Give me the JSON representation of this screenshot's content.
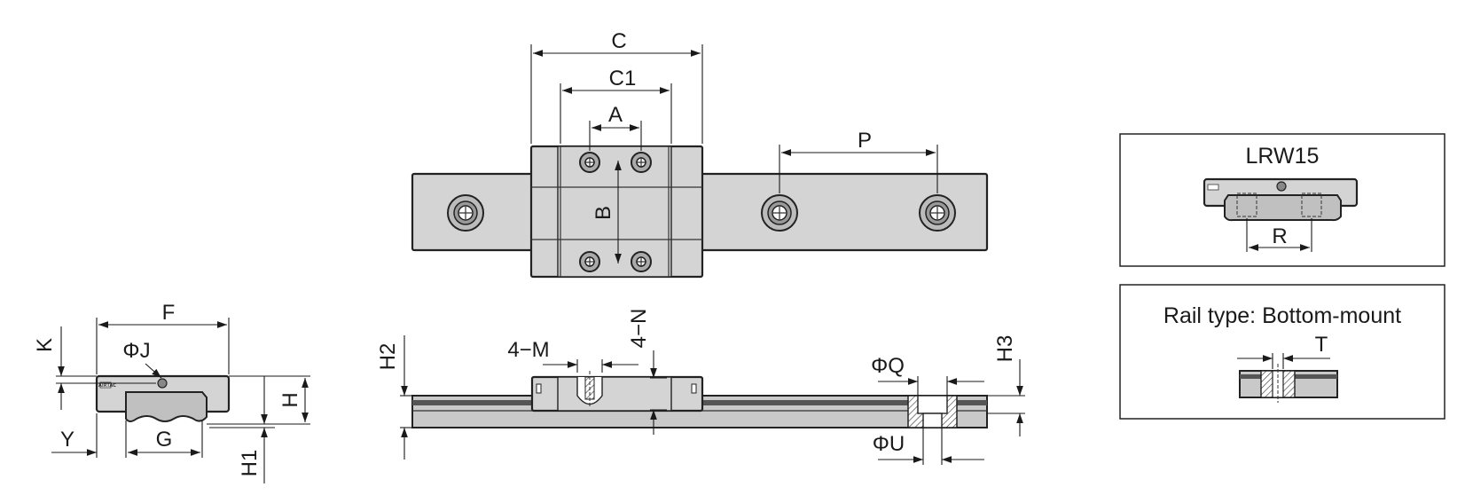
{
  "labels": {
    "C": "C",
    "C1": "C1",
    "A": "A",
    "B": "B",
    "P": "P",
    "F": "F",
    "K": "K",
    "J": "ΦJ",
    "Y": "Y",
    "G": "G",
    "H": "H",
    "H1": "H1",
    "H2": "H2",
    "M": "4−M",
    "N": "4−N",
    "Q": "ΦQ",
    "U": "ΦU",
    "H3": "H3",
    "R": "R",
    "T": "T"
  },
  "inset_model": {
    "title": "LRW15"
  },
  "inset_rail": {
    "title": "Rail type: Bottom-mount"
  }
}
